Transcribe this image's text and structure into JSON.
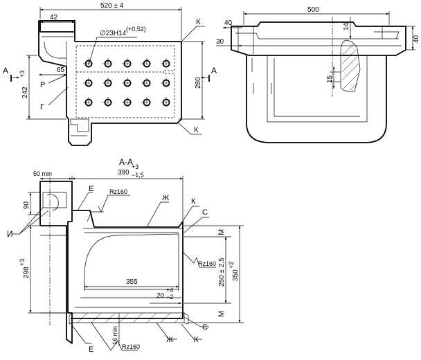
{
  "top_view": {
    "dim_width": "520 ± 4",
    "dim_flange": "42",
    "dim_offset": "65",
    "dim_hole": "∅23H14",
    "dim_hole_tol": "(+0,52)",
    "dim_height_left": "242",
    "dim_height_left_tol": "+3",
    "dim_height_right": "280",
    "label_k_top": "К",
    "label_k_bottom": "К",
    "label_r": "Р",
    "label_g": "Г",
    "section_letter_left": "А",
    "section_letter_right": "А",
    "hole_grid": {
      "rows": 3,
      "cols": 5
    }
  },
  "side_view": {
    "dim_width": "500",
    "dim_left_40": "40",
    "dim_left_30": "30",
    "dim_top_14": "14",
    "dim_right_40": "40",
    "dim_15": "15"
  },
  "section": {
    "title": "А-А",
    "dim_50min": "50 min",
    "dim_390": "390",
    "dim_390_up": "+3",
    "dim_390_down": "−1,5",
    "dim_90": "90",
    "dim_298": "298",
    "dim_298_tol": "+3",
    "dim_355": "355",
    "dim_20": "20",
    "dim_20_up": "+4",
    "dim_20_down": "−2",
    "dim_250": "250 ± 2,5",
    "dim_350": "350",
    "dim_350_tol": "+2",
    "dim_16min": "16 min",
    "rough_1": "Rz160",
    "rough_2": "Rz160",
    "rough_3": "Rz160",
    "label_e_top": "Е",
    "label_e_bottom": "Е",
    "label_zh_top": "Ж",
    "label_zh_bottom": "Ж",
    "label_k_top": "К",
    "label_k_bottom": "К",
    "label_s_top": "С",
    "label_s_bottom": "С",
    "label_m_top": "М",
    "label_m_bottom": "М",
    "label_i": "И"
  }
}
